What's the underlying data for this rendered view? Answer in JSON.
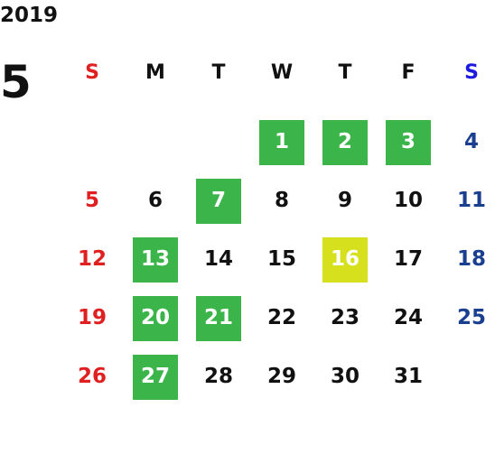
{
  "calendar": {
    "year": "2019",
    "month": "5",
    "weekdays": [
      "S",
      "M",
      "T",
      "W",
      "T",
      "F",
      "S"
    ],
    "weeks": [
      [
        "",
        "",
        "",
        "1",
        "2",
        "3",
        "4"
      ],
      [
        "5",
        "6",
        "7",
        "8",
        "9",
        "10",
        "11"
      ],
      [
        "12",
        "13",
        "14",
        "15",
        "16",
        "17",
        "18"
      ],
      [
        "19",
        "20",
        "21",
        "22",
        "23",
        "24",
        "25"
      ],
      [
        "26",
        "27",
        "28",
        "29",
        "30",
        "31",
        ""
      ]
    ],
    "highlighted_green": [
      "1",
      "2",
      "3",
      "7",
      "13",
      "20",
      "21",
      "27"
    ],
    "highlighted_yellow": [
      "16"
    ]
  },
  "colors": {
    "green_highlight": "#3bb54a",
    "yellow_highlight": "#d6e01d",
    "sunday_text": "#e02020",
    "saturday_text": "#1a3f8f",
    "saturday_header": "#1d1ae0"
  }
}
